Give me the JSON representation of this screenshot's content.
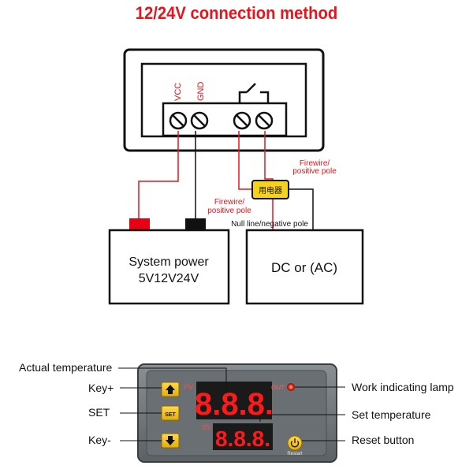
{
  "title": "12/24V connection method",
  "wiring": {
    "terminal_labels": {
      "vcc": "VCC",
      "gnd": "GND"
    },
    "system_power": {
      "line1": "System power",
      "line2": "5V12V24V"
    },
    "dc_ac": "DC or (AC)",
    "load_label": "用电器",
    "firewire_top": {
      "line1": "Firewire/",
      "line2": "positive pole"
    },
    "firewire_left": {
      "line1": "Firewire/",
      "line2": "positive pole"
    },
    "null_line": "Null line/negative pole"
  },
  "device": {
    "pv_label": "PV",
    "sv_label": "SV",
    "out_label": "OUT",
    "pv_display": "8.8.8.",
    "sv_display": "8.8.8.",
    "set_key": "SET",
    "reset_key": "Restart"
  },
  "callouts": {
    "actual_temperature": "Actual temperature",
    "key_plus": "Key+",
    "set": "SET",
    "key_minus": "Key-",
    "work_lamp": "Work indicating lamp",
    "set_temperature": "Set temperature",
    "reset_button": "Reset button"
  },
  "colors": {
    "title": "#e8141b",
    "red_wire": "#e8141b",
    "terminal_red": "#e60012",
    "load_fill": "#f7d21b",
    "device_body": "#6e7377",
    "display_digits": "#ff1a1a",
    "key_fill": "#f2c419"
  },
  "icons": [
    "relay-switch-icon",
    "screw-terminal-icon",
    "up-arrow-icon",
    "down-arrow-icon",
    "power-icon"
  ]
}
